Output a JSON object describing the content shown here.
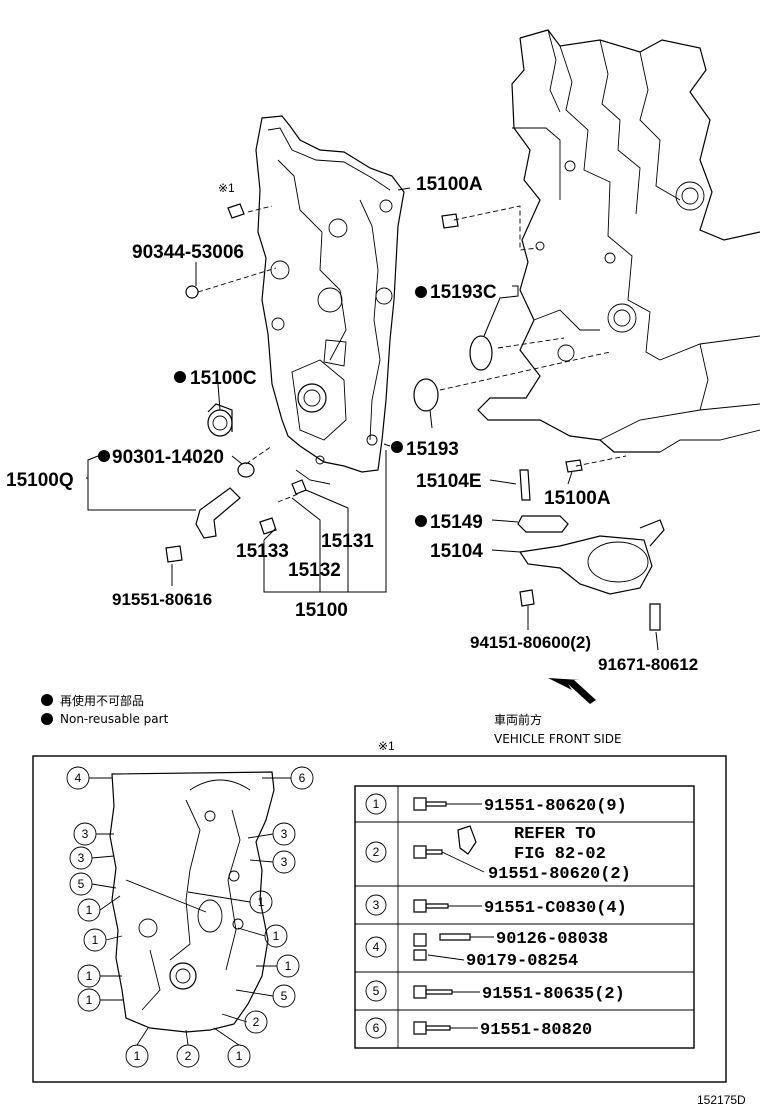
{
  "labels": {
    "note_mark": "※1",
    "p90344": "90344-53006",
    "p15100A_top": "15100A",
    "p15193C": "15193C",
    "p15100C": "15100C",
    "p15193": "15193",
    "p90301": "90301-14020",
    "p15100Q": "15100Q",
    "p15104E": "15104E",
    "p15100A_bot": "15100A",
    "p15149": "15149",
    "p15104": "15104",
    "p15133": "15133",
    "p15131": "15131",
    "p15132": "15132",
    "p15100": "15100",
    "p91551_80616": "91551-80616",
    "p94151": "94151-80600(2)",
    "p91671": "91671-80612"
  },
  "legend": {
    "jp": "再使用不可部品",
    "en": "Non-reusable part"
  },
  "front": {
    "jp": "車両前方",
    "en": "VEHICLE FRONT SIDE"
  },
  "detail": {
    "title": "※1",
    "callouts": [
      "1",
      "2",
      "3",
      "4",
      "5",
      "6"
    ]
  },
  "bolt_table": [
    {
      "no": "1",
      "lines": [
        "91551-80620(9)"
      ]
    },
    {
      "no": "2",
      "lines": [
        "REFER TO",
        "FIG 82-02",
        "91551-80620(2)"
      ]
    },
    {
      "no": "3",
      "lines": [
        "91551-C0830(4)"
      ]
    },
    {
      "no": "4",
      "lines": [
        "90126-08038",
        "90179-08254"
      ]
    },
    {
      "no": "5",
      "lines": [
        "91551-80635(2)"
      ]
    },
    {
      "no": "6",
      "lines": [
        "91551-80820"
      ]
    }
  ],
  "figure_id": "152175D"
}
